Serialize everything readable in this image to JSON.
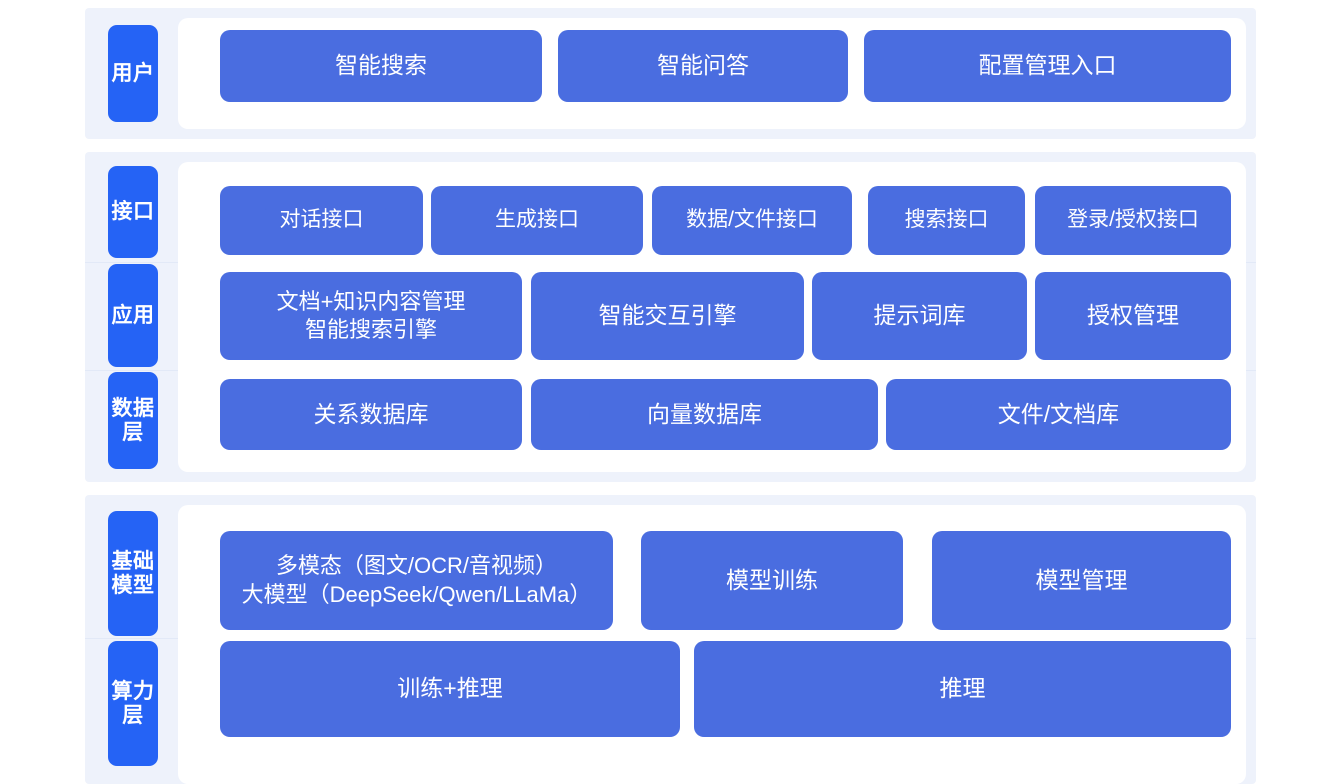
{
  "theme": {
    "tab_blue": "#2563f5",
    "box_blue": "#4a6de0",
    "band_bg": "#eef2fb",
    "card_bg": "#ffffff",
    "page_bg": "#ffffff",
    "text_on_blue": "#ffffff"
  },
  "sections": [
    {
      "id": "user",
      "tabs": [
        {
          "id": "user",
          "label": "用户"
        }
      ],
      "rows": [
        {
          "id": "user-entries",
          "boxes": [
            {
              "id": "smart-search",
              "label": "智能搜索"
            },
            {
              "id": "smart-qa",
              "label": "智能问答"
            },
            {
              "id": "config-management-entry",
              "label": "配置管理入口"
            }
          ]
        }
      ]
    },
    {
      "id": "application",
      "tabs": [
        {
          "id": "api",
          "label": "接口"
        },
        {
          "id": "app",
          "label": "应用"
        },
        {
          "id": "data",
          "label": "数据层"
        }
      ],
      "rows": [
        {
          "id": "api-row",
          "boxes": [
            {
              "id": "dialog-api",
              "label": "对话接口"
            },
            {
              "id": "generate-api",
              "label": "生成接口"
            },
            {
              "id": "data-file-api",
              "label": "数据/文件接口"
            },
            {
              "id": "search-api",
              "label": "搜索接口"
            },
            {
              "id": "login-auth-api",
              "label": "登录/授权接口"
            }
          ]
        },
        {
          "id": "app-row",
          "boxes": [
            {
              "id": "doc-knowledge-management",
              "label": "文档+知识内容管理\n智能搜索引擎"
            },
            {
              "id": "smart-interaction-engine",
              "label": "智能交互引擎"
            },
            {
              "id": "prompt-library",
              "label": "提示词库"
            },
            {
              "id": "authorization-management",
              "label": "授权管理"
            }
          ]
        },
        {
          "id": "data-row",
          "boxes": [
            {
              "id": "relational-database",
              "label": "关系数据库"
            },
            {
              "id": "vector-database",
              "label": "向量数据库"
            },
            {
              "id": "file-document-store",
              "label": "文件/文档库"
            }
          ]
        }
      ]
    },
    {
      "id": "infrastructure",
      "tabs": [
        {
          "id": "base-model",
          "label": "基础模型"
        },
        {
          "id": "compute",
          "label": "算力层"
        }
      ],
      "rows": [
        {
          "id": "model-row",
          "boxes": [
            {
              "id": "multimodal-llm",
              "label": "多模态（图文/OCR/音视频）\n大模型（DeepSeek/Qwen/LLaMa）"
            },
            {
              "id": "model-training",
              "label": "模型训练"
            },
            {
              "id": "model-management",
              "label": "模型管理"
            }
          ]
        },
        {
          "id": "compute-row",
          "boxes": [
            {
              "id": "training-inference",
              "label": "训练+推理"
            },
            {
              "id": "inference",
              "label": "推理"
            }
          ]
        }
      ]
    }
  ]
}
